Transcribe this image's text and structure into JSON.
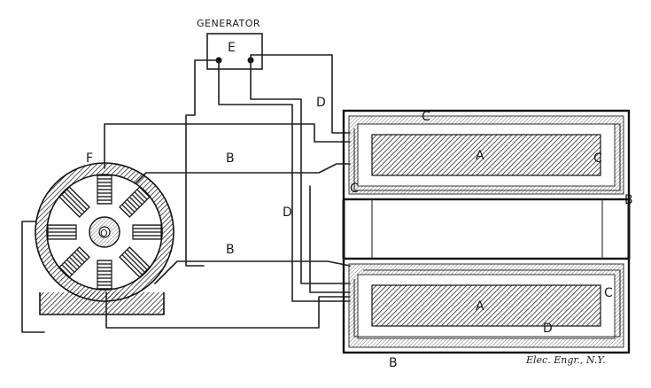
{
  "labels": {
    "generator_caption": "GENERATOR",
    "generator": "E",
    "motor": "F",
    "center_conductor": "O",
    "upper_lead": "B",
    "lower_lead": "B",
    "frame_right": "B",
    "frame_bottom": "B",
    "return_upper": "D",
    "return_middle": "D",
    "coil_upper": "A",
    "coil_lower": "A",
    "winding_upper": "C",
    "winding_upper_left": "C",
    "winding_upper_right": "C",
    "winding_lower_right": "C",
    "winding_lower": "D"
  },
  "credit": "Elec. Engr., N.Y."
}
